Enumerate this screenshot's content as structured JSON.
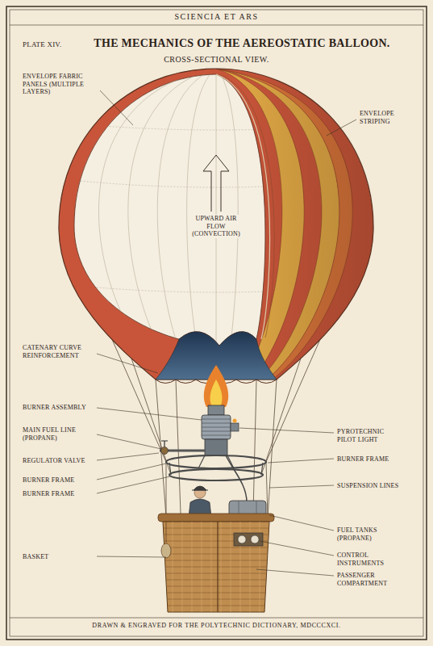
{
  "diagram": {
    "title": "THE MECHANICS OF THE AEREOSTATIC BALLOON.",
    "caption": "DRAWN & ENGRAVED FOR THE POLYTECHNIC DICTIONARY, MDCCCXCI.",
    "labels": [
      "SCIENCIA ET ARS",
      "PLATE XIV.",
      "CROSS-SECTIONAL VIEW.",
      "ENVELOPE FABRIC PANELS (MULTIPLE LAYERS)",
      "ENVELOPE STRIPING",
      "UPWARD AIR FLOW (CONVECTION)",
      "CATENARY CURVE REINFORCEMENT",
      "BURNER ASSEMBLY",
      "MAIN FUEL LINE (PROPANE)",
      "REGULATOR VALVE",
      "BURNER FRAME",
      "BURNER FRAME",
      "BASKET",
      "PYROTECHNIC PILOT LIGHT",
      "BURNER FRAME",
      "SUSPENSION LINES",
      "FUEL TANKS (PROPANE)",
      "CONTROL INSTRUMENTS",
      "PASSENGER COMPARTMENT"
    ]
  }
}
